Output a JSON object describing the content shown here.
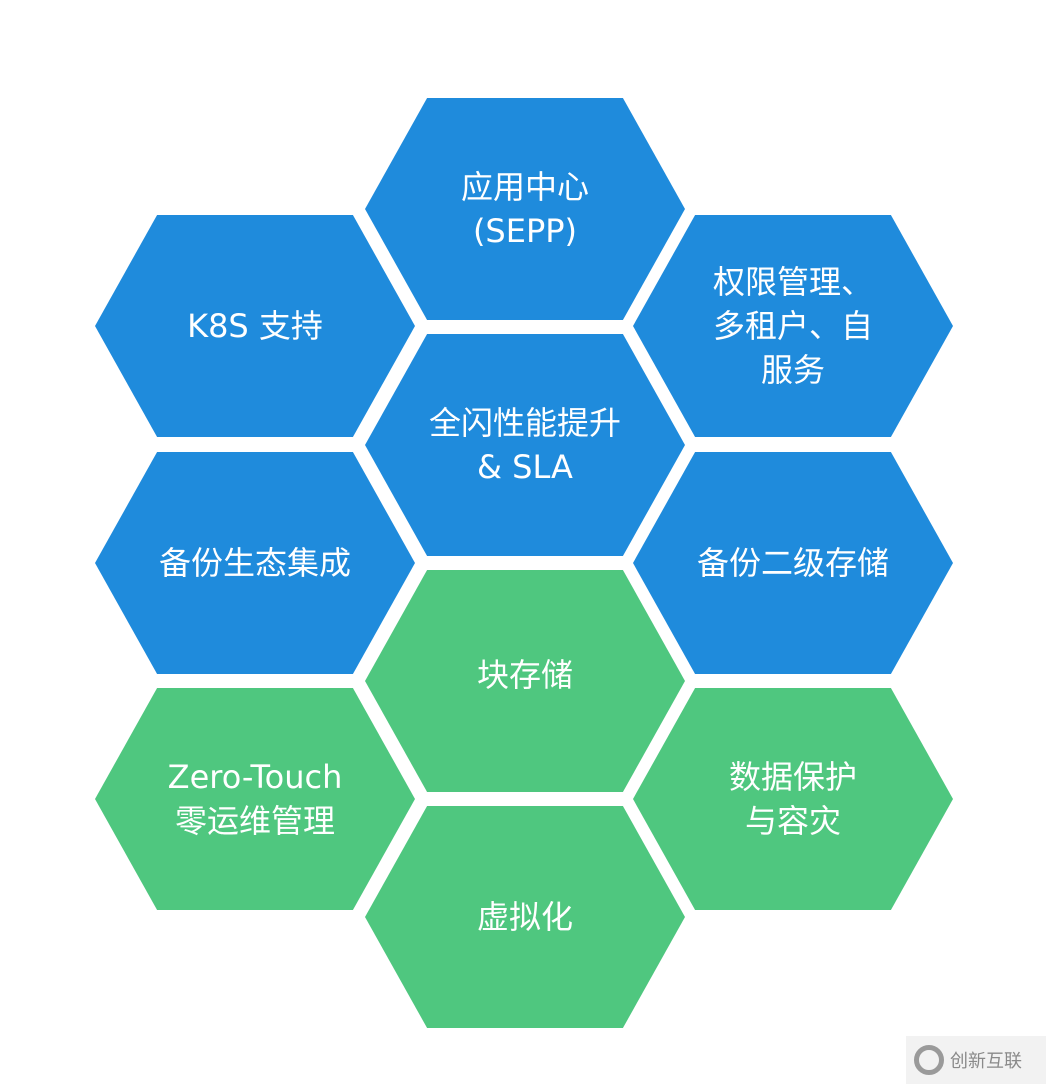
{
  "colors": {
    "blue": "#1f8bdc",
    "green": "#4fc77f"
  },
  "hexes": [
    {
      "label": "应用中心\n(SEPP)",
      "color": "blue"
    },
    {
      "label": "K8S 支持",
      "color": "blue"
    },
    {
      "label": "权限管理、多租户、自服务",
      "color": "blue"
    },
    {
      "label": "全闪性能提升\n& SLA",
      "color": "blue"
    },
    {
      "label": "备份生态集成",
      "color": "blue"
    },
    {
      "label": "备份二级存储",
      "color": "blue"
    },
    {
      "label": "块存储",
      "color": "green"
    },
    {
      "label": "Zero-Touch\n零运维管理",
      "color": "green"
    },
    {
      "label": "数据保护\n与容灾",
      "color": "green"
    },
    {
      "label": "虚拟化",
      "color": "green"
    }
  ],
  "watermark": {
    "text": "创新互联"
  }
}
